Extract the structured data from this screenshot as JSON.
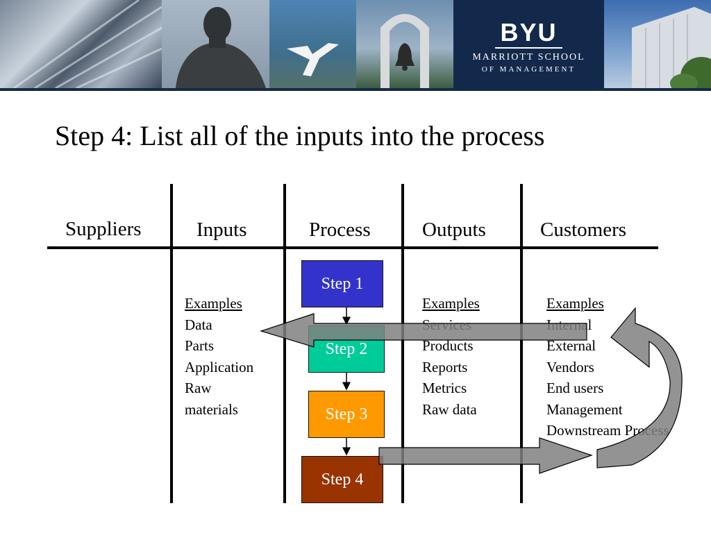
{
  "banner": {
    "logo": "BYU",
    "school_line1": "MARRIOTT SCHOOL",
    "school_line2": "OF MANAGEMENT",
    "colors": {
      "navy": "#13294b",
      "sky": "#5b7fa8"
    }
  },
  "slide": {
    "title": "Step 4: List all of the inputs into the process",
    "columns": {
      "suppliers": "Suppliers",
      "inputs": "Inputs",
      "process": "Process",
      "outputs": "Outputs",
      "customers": "Customers"
    },
    "steps": [
      {
        "label": "Step 1",
        "color": "#3333cc"
      },
      {
        "label": "Step 2",
        "color": "#00cc99"
      },
      {
        "label": "Step 3",
        "color": "#ff9900"
      },
      {
        "label": "Step 4",
        "color": "#993300"
      }
    ],
    "inputs_list": {
      "heading": "Examples",
      "items": [
        "Data",
        "Parts",
        "Application",
        "Raw",
        "materials"
      ]
    },
    "outputs_list": {
      "heading": "Examples",
      "items": [
        "Services",
        "Products",
        "Reports",
        "Metrics",
        "Raw data"
      ]
    },
    "customers_list": {
      "heading": "Examples",
      "items": [
        "Internal",
        "External",
        "Vendors",
        "End users",
        "Management",
        "Downstream Process"
      ]
    },
    "arrow_color": "#808080"
  }
}
